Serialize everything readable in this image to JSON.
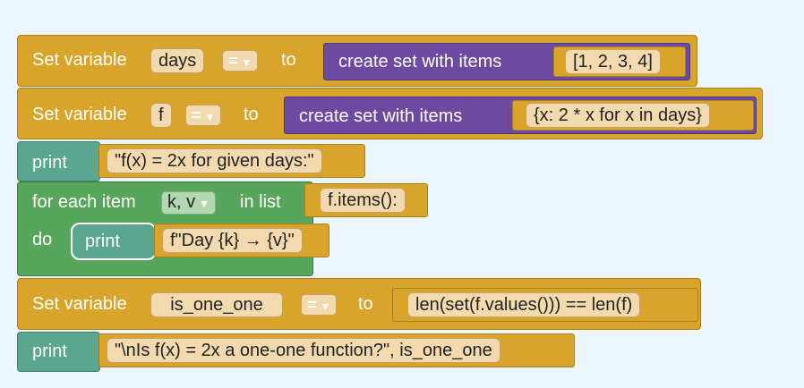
{
  "workspace": {
    "background": "#eef6fd"
  },
  "blocks": {
    "set_days": {
      "keyword": "Set variable",
      "var": "days",
      "op": "=",
      "to": "to",
      "func": "create set with items",
      "value": "[1, 2, 3, 4]"
    },
    "set_f": {
      "keyword": "Set variable",
      "var": "f",
      "op": "=",
      "to": "to",
      "func": "create set with items",
      "value": "{x: 2 * x for x in days}"
    },
    "print1": {
      "keyword": "print",
      "value": "\"f(x) = 2x for given days:\""
    },
    "for_each": {
      "keyword": "for each item",
      "vars": "k, v",
      "in_list": "in list",
      "iterable": "f.items():",
      "do": "do",
      "inner_print": {
        "keyword": "print",
        "value": "f\"Day {k} → {v}\""
      }
    },
    "set_is_one_one": {
      "keyword": "Set variable",
      "var": "is_one_one",
      "op": "=",
      "to": "to",
      "value": "len(set(f.values())) == len(f)"
    },
    "print2": {
      "keyword": "print",
      "value": "\"\\nIs f(x) = 2x a one-one function?\", is_one_one"
    }
  },
  "colors": {
    "variables": "#d8a42a",
    "print": "#5aa68e",
    "loop": "#58a65c",
    "set_func": "#6d4aa0",
    "field": "#f2d9ae"
  }
}
